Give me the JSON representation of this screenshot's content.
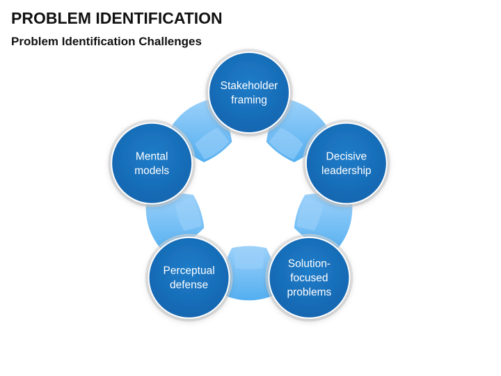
{
  "slide": {
    "title": "PROBLEM IDENTIFICATION",
    "subtitle": "Problem Identification Challenges"
  },
  "colors": {
    "circle_fill": "#1466b0",
    "circle_fill_light": "#1f7cc8",
    "circle_glow": "#dcdcdc",
    "connector_fill": "#52aef0",
    "connector_fill_light": "#9ed2fa",
    "connector_border": "#ffffff"
  },
  "diagram": {
    "nodes": [
      {
        "id": "stakeholder-framing",
        "lines": [
          "Stakeholder",
          "framing"
        ]
      },
      {
        "id": "decisive-leadership",
        "lines": [
          "Decisive",
          "leadership"
        ]
      },
      {
        "id": "solution-focused-problems",
        "lines": [
          "Solution-",
          "focused",
          "problems"
        ]
      },
      {
        "id": "perceptual-defense",
        "lines": [
          "Perceptual",
          "defense"
        ]
      },
      {
        "id": "mental-models",
        "lines": [
          "Mental",
          "models"
        ]
      }
    ]
  }
}
